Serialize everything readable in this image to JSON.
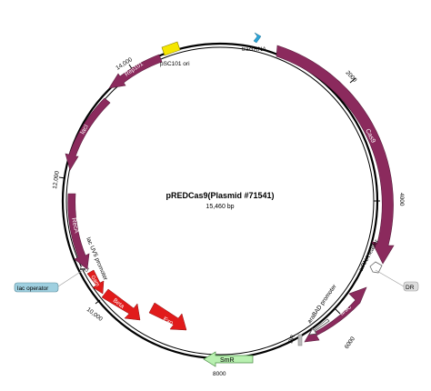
{
  "plasmid": {
    "title": "pREDCas9(Plasmid #71541)",
    "size": "15,460 bp"
  },
  "ticks": [
    "2000",
    "4000",
    "6000",
    "8000",
    "10,000",
    "12,000",
    "14,000"
  ],
  "features": [
    {
      "key": "cas9",
      "label": "Cas9",
      "color": "#8b2a5d"
    },
    {
      "key": "crrna_leader",
      "label": "crRNA leader",
      "color": "#ffffff"
    },
    {
      "key": "arac",
      "label": "araC",
      "color": "#8b2a5d"
    },
    {
      "key": "arabad_promoter",
      "label": "araBAD promoter",
      "color": "#ffffff"
    },
    {
      "key": "dr",
      "label": "DR",
      "color": "#bbbbbb"
    },
    {
      "key": "smr",
      "label": "SmR",
      "color": "#b8f0b0"
    },
    {
      "key": "exo",
      "label": "Exo",
      "color": "#e11b1b"
    },
    {
      "key": "beta",
      "label": "Beta",
      "color": "#e11b1b"
    },
    {
      "key": "gam",
      "label": "Gam",
      "color": "#e11b1b"
    },
    {
      "key": "lac_uv5_promoter",
      "label": "lac UV5 promoter",
      "color": "#ffffff"
    },
    {
      "key": "lac_operator",
      "label": "lac operator",
      "color": "#9fd0e0"
    },
    {
      "key": "reca",
      "label": "RecA",
      "color": "#8b2a5d"
    },
    {
      "key": "laci",
      "label": "lacI",
      "color": "#8b2a5d"
    },
    {
      "key": "rep101",
      "label": "Rep101",
      "color": "#8b2a5d"
    },
    {
      "key": "psc101_ori",
      "label": "pSC101 ori",
      "color": "#f5e600"
    },
    {
      "key": "tracrrna",
      "label": "tracrRNA",
      "color": "#2ba3d6"
    }
  ],
  "external_labels": {
    "dr_right": "DR",
    "dr_inner": "DR"
  }
}
